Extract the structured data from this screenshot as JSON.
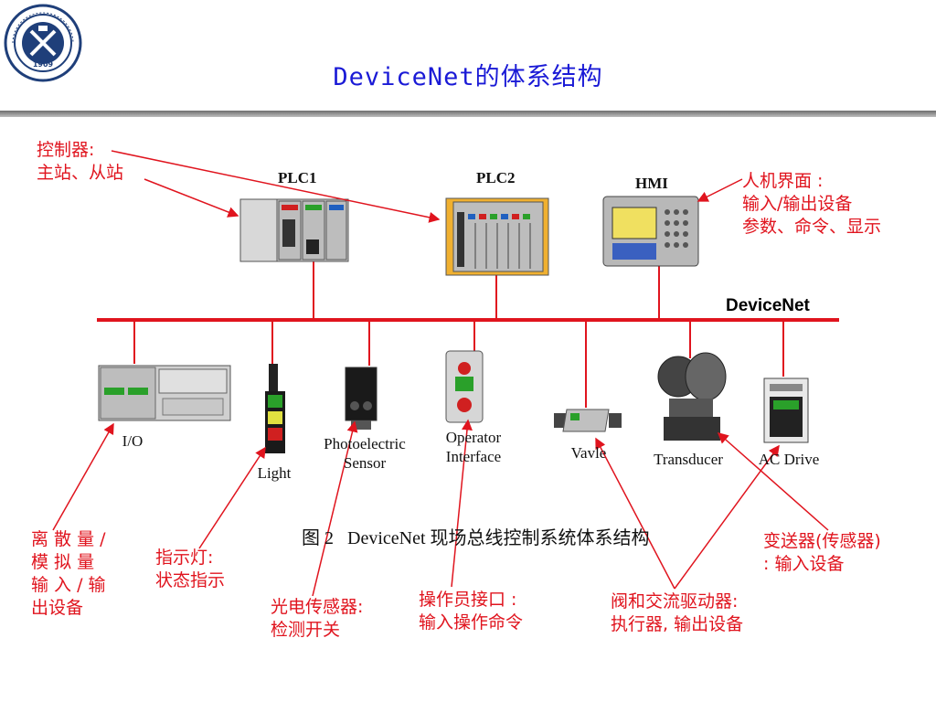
{
  "title": "DeviceNet的体系结构",
  "logo": {
    "text": "1909"
  },
  "bus_label": "DeviceNet",
  "figure_caption": "图 2   DeviceNet 现场总线控制系统体系结构",
  "top_devices": [
    {
      "label": "PLC1"
    },
    {
      "label": "PLC2"
    },
    {
      "label": "HMI"
    }
  ],
  "bottom_devices": [
    {
      "label": "I/O"
    },
    {
      "label": "Light"
    },
    {
      "label": "Photoelectric\nSensor"
    },
    {
      "label": "Operator\nInterface"
    },
    {
      "label": "Vavle"
    },
    {
      "label": "Transducer"
    },
    {
      "label": "AC Drive"
    }
  ],
  "annotations": {
    "controller": "控制器:\n主站、从站",
    "hmi": "人机界面 :\n输入/输出设备\n参数、命令、显示",
    "io": "离 散 量 /\n模 拟 量\n输 入 / 输\n出设备",
    "light": "指示灯:\n状态指示",
    "sensor": "光电传感器:\n检测开关",
    "operator": "操作员接口 :\n输入操作命令",
    "valve_drive": "阀和交流驱动器:\n执行器, 输出设备",
    "transducer": "变送器(传感器)\n: 输入设备"
  },
  "colors": {
    "title": "#1a1ad6",
    "annotation": "#e0141e",
    "bus": "#e0141e",
    "band": "#8a8a8a"
  }
}
